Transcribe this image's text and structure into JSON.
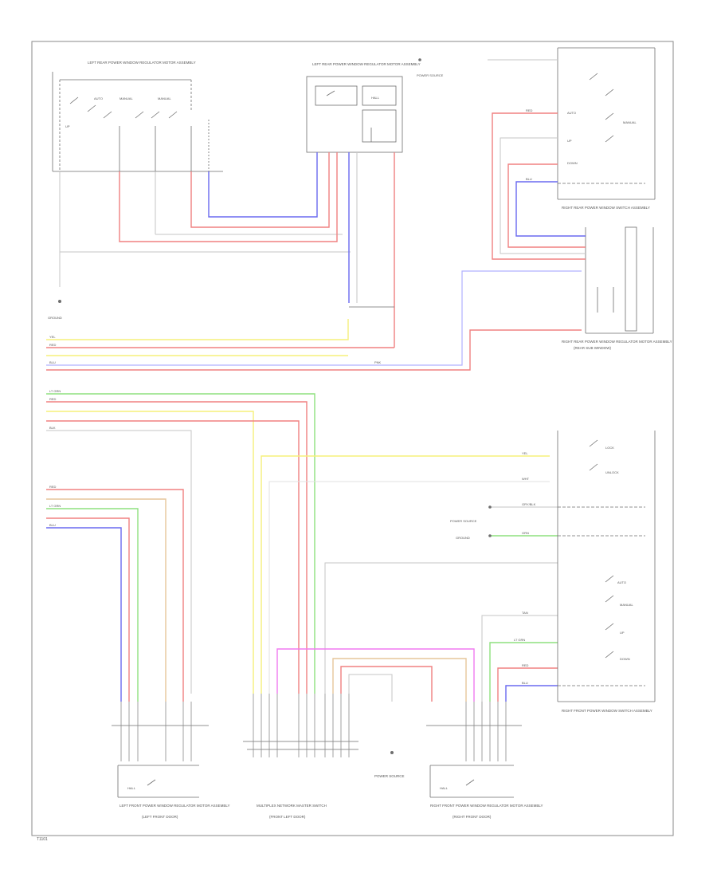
{
  "colors": {
    "red": "#f08080",
    "blue": "#6a6af0",
    "yellow": "#f5f07a",
    "green": "#8ee07e",
    "magenta": "#f07af0",
    "gray": "#c6c6c6",
    "tan": "#e6c69a",
    "frame": "#8a8a8a",
    "ink": "#6e6e6e"
  },
  "components": {
    "left_rear_window_switch": "LEFT REAR POWER WINDOW REGULATOR MOTOR ASSEMBLY",
    "left_rear_regulator": "LEFT REAR POWER WINDOW REGULATOR MOTOR ASSEMBLY",
    "right_rear_regulator": "RIGHT REAR POWER WINDOW REGULATOR MOTOR ASSEMBLY",
    "right_rear_regulator_sub": "(REAR SUB WINDOW)",
    "right_rear_switch": "RIGHT REAR POWER WINDOW SWITCH ASSEMBLY",
    "left_front_regulator": "LEFT FRONT POWER WINDOW REGULATOR MOTOR ASSEMBLY",
    "left_front_regulator_sub": "(LEFT FRONT DOOR)",
    "multiplex_switch": "MULTIPLEX NETWORK MASTER SWITCH",
    "multiplex_switch_sub": "(FRONT LEFT DOOR)",
    "right_front_regulator": "RIGHT FRONT POWER WINDOW REGULATOR MOTOR ASSEMBLY",
    "right_front_regulator_sub": "(RIGHT FRONT DOOR)",
    "right_front_switch": "RIGHT FRONT POWER WINDOW SWITCH ASSEMBLY",
    "power_source": "POWER SOURCE",
    "ground_left": "GROUND",
    "ground_mid": "GROUND"
  },
  "switch_labels": {
    "up": "UP",
    "down": "DOWN",
    "auto": "AUTO",
    "manual": "MANUAL",
    "lock": "LOCK",
    "unlock": "UNLOCK",
    "hall": "HALL"
  },
  "wire_labels": {
    "red": "RED",
    "blue": "BLU",
    "yellow": "YEL",
    "white": "WHT",
    "green": "GRN",
    "light_green": "LT GRN",
    "black": "BLK",
    "tan": "TAN",
    "gray": "GRY/BLK",
    "pink": "PNK"
  },
  "footer_code": "T1101"
}
